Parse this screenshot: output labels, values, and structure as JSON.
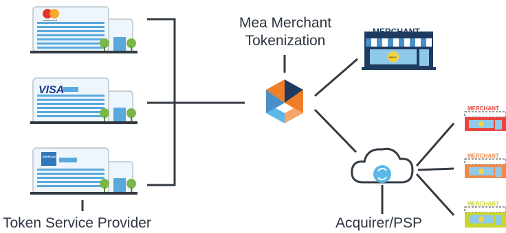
{
  "labels": {
    "tokenization_line1": "Mea Merchant",
    "tokenization_line2": "Tokenization",
    "token_service_provider": "Token Service Provider",
    "acquirer": "Acquirer/PSP"
  },
  "providers": [
    {
      "brand": "mastercard",
      "caption": "mastercard"
    },
    {
      "brand": "visa",
      "caption": "VISA"
    },
    {
      "brand": "amex",
      "caption": "AMERICAN EXPRESS"
    }
  ],
  "merchant_main": {
    "sign": "MERCHANT",
    "badge": "SALE"
  },
  "merchants_small": [
    {
      "sign": "MERCHANT",
      "color": "#e8453c"
    },
    {
      "sign": "MERCHANT",
      "color": "#f08a4b"
    },
    {
      "sign": "MERCHANT",
      "color": "#c8d62e"
    }
  ],
  "colors": {
    "navy": "#1f3a5f",
    "blue": "#4a90c8",
    "light_blue": "#5bb8e8",
    "orange": "#f07d2a",
    "green": "#7ab648",
    "line": "#333a42"
  }
}
